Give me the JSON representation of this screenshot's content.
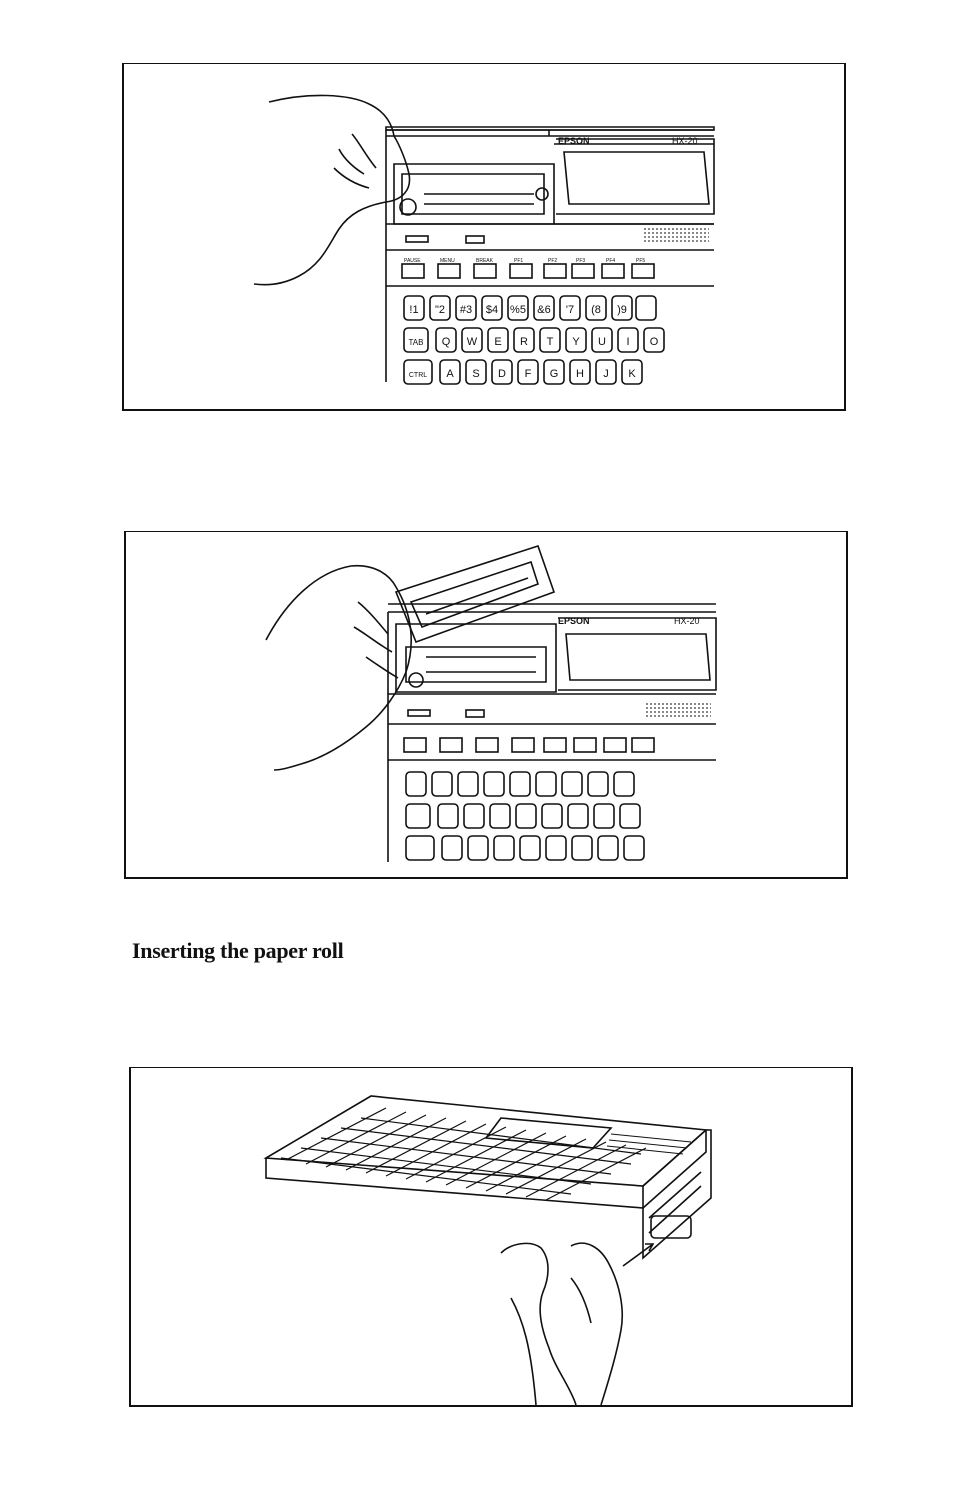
{
  "figures": [
    {
      "id": "figure-1",
      "brand": "EPSON",
      "model": "HX-20",
      "fkeys": [
        "PAUSE",
        "MENU",
        "BREAK",
        "PF1",
        "PF2",
        "PF3",
        "PF4",
        "PF5"
      ],
      "rows": [
        [
          "!1",
          "\"2",
          "#3",
          "$4",
          "%5",
          "&6",
          "'7",
          "(8",
          ")9"
        ],
        [
          "TAB",
          "Q",
          "W",
          "E",
          "R",
          "T",
          "Y",
          "U",
          "I",
          "O"
        ],
        [
          "CTRL",
          "A",
          "S",
          "D",
          "F",
          "G",
          "H",
          "J",
          "K"
        ]
      ]
    },
    {
      "id": "figure-2",
      "brand": "EPSON",
      "model": "HX-20"
    },
    {
      "id": "figure-3"
    }
  ],
  "heading": "Inserting the paper roll"
}
